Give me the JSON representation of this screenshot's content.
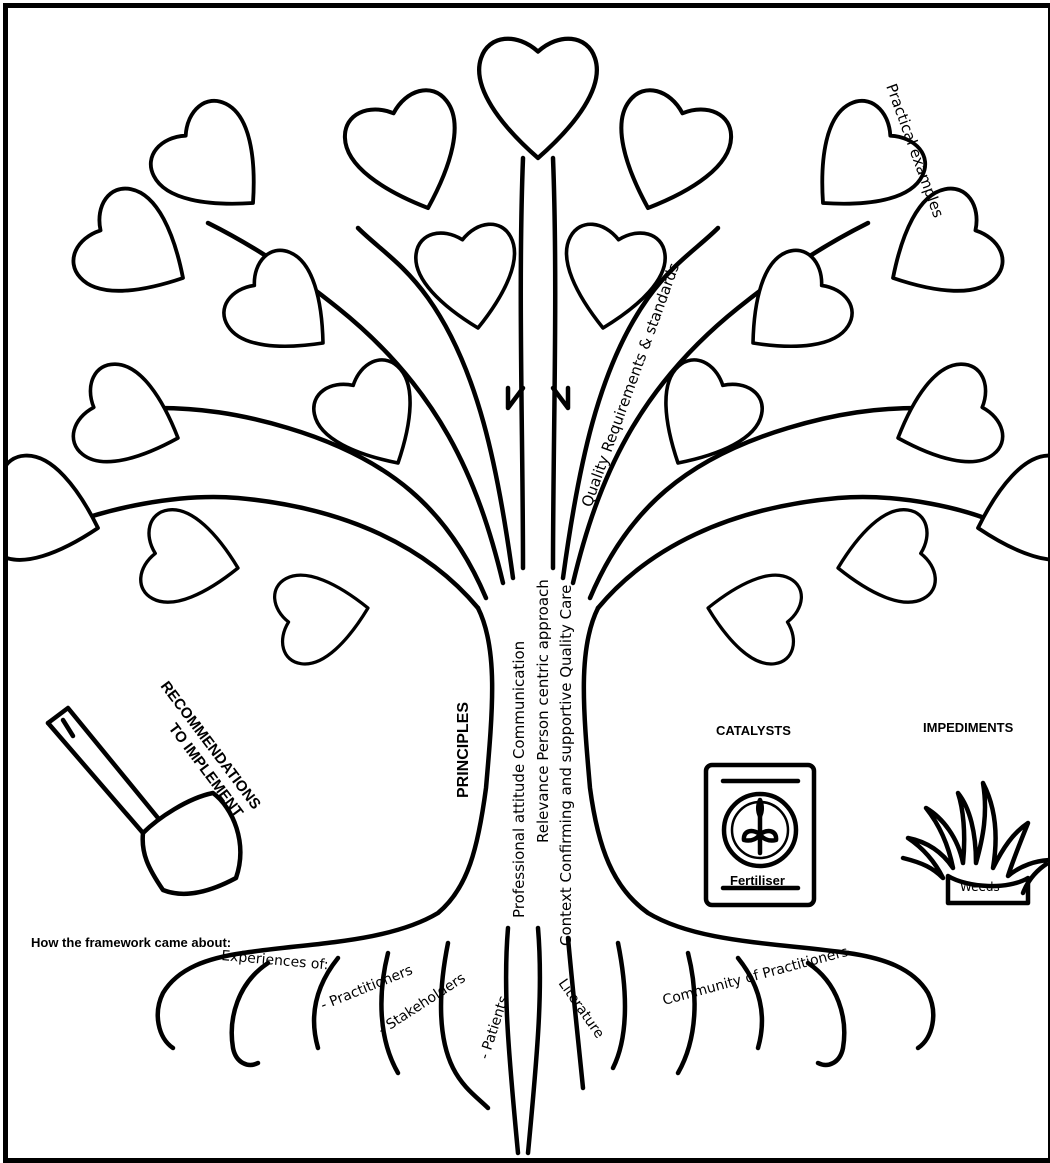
{
  "labels": {
    "practical_examples": "Practical examples",
    "quality_requirements": "Quality Requirements  & standards",
    "principles": "PRINCIPLES",
    "principle_col1": "Professional attitude   Communication",
    "principle_col2": "Relevance   Person centric approach",
    "principle_col3": "Context   Confirming and supportive   Quality Care",
    "recommendations_line1": "RECOMMENDATIONS",
    "recommendations_line2": "TO IMPLEMENT",
    "catalysts": "CATALYSTS",
    "impediments": "IMPEDIMENTS",
    "fertiliser": "Fertiliser",
    "weeds": "Weeds",
    "how_framework": "How the framework came about:",
    "experiences_of": "Experiences of:",
    "practitioners": "- Practitioners",
    "stakeholders": "- Stakeholders",
    "patients": "- Patients",
    "literature": "Literature",
    "community": "Community of Practitioners"
  },
  "icons": [
    "shovel-icon",
    "fertiliser-bag-icon",
    "plant-sprout-icon",
    "weeds-icon"
  ],
  "colors": {
    "line": "#000000",
    "background": "#ffffff"
  }
}
